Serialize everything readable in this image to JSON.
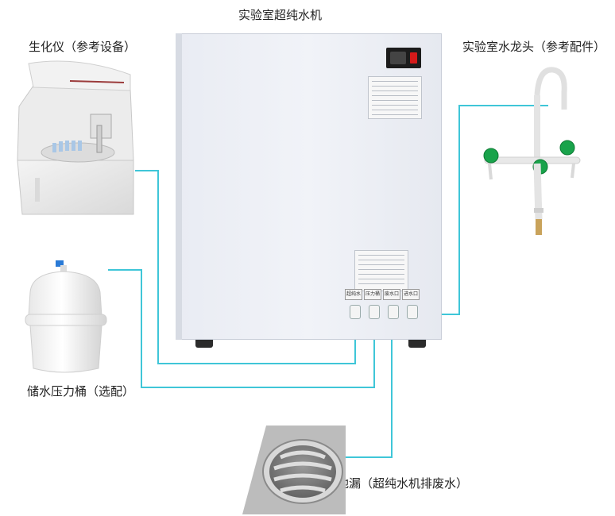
{
  "diagram": {
    "title": "实验室超纯水机",
    "labels": {
      "analyzer": "生化仪（参考设备）",
      "faucet": "实验室水龙头（参考配件）",
      "tank": "储水压力桶（选配）",
      "drain": "地漏（超纯水机排废水）"
    },
    "ports": [
      "超纯水口",
      "压力桶接口",
      "废水口",
      "进水口"
    ],
    "colors": {
      "link": "#3fc6d8",
      "machine": "#eceff5",
      "power_switch": "#d51a1a"
    },
    "icons": {
      "analyzer": "biochemical-analyzer-icon",
      "tank": "pressure-tank-icon",
      "faucet": "lab-faucet-icon",
      "drain": "floor-drain-icon"
    }
  }
}
